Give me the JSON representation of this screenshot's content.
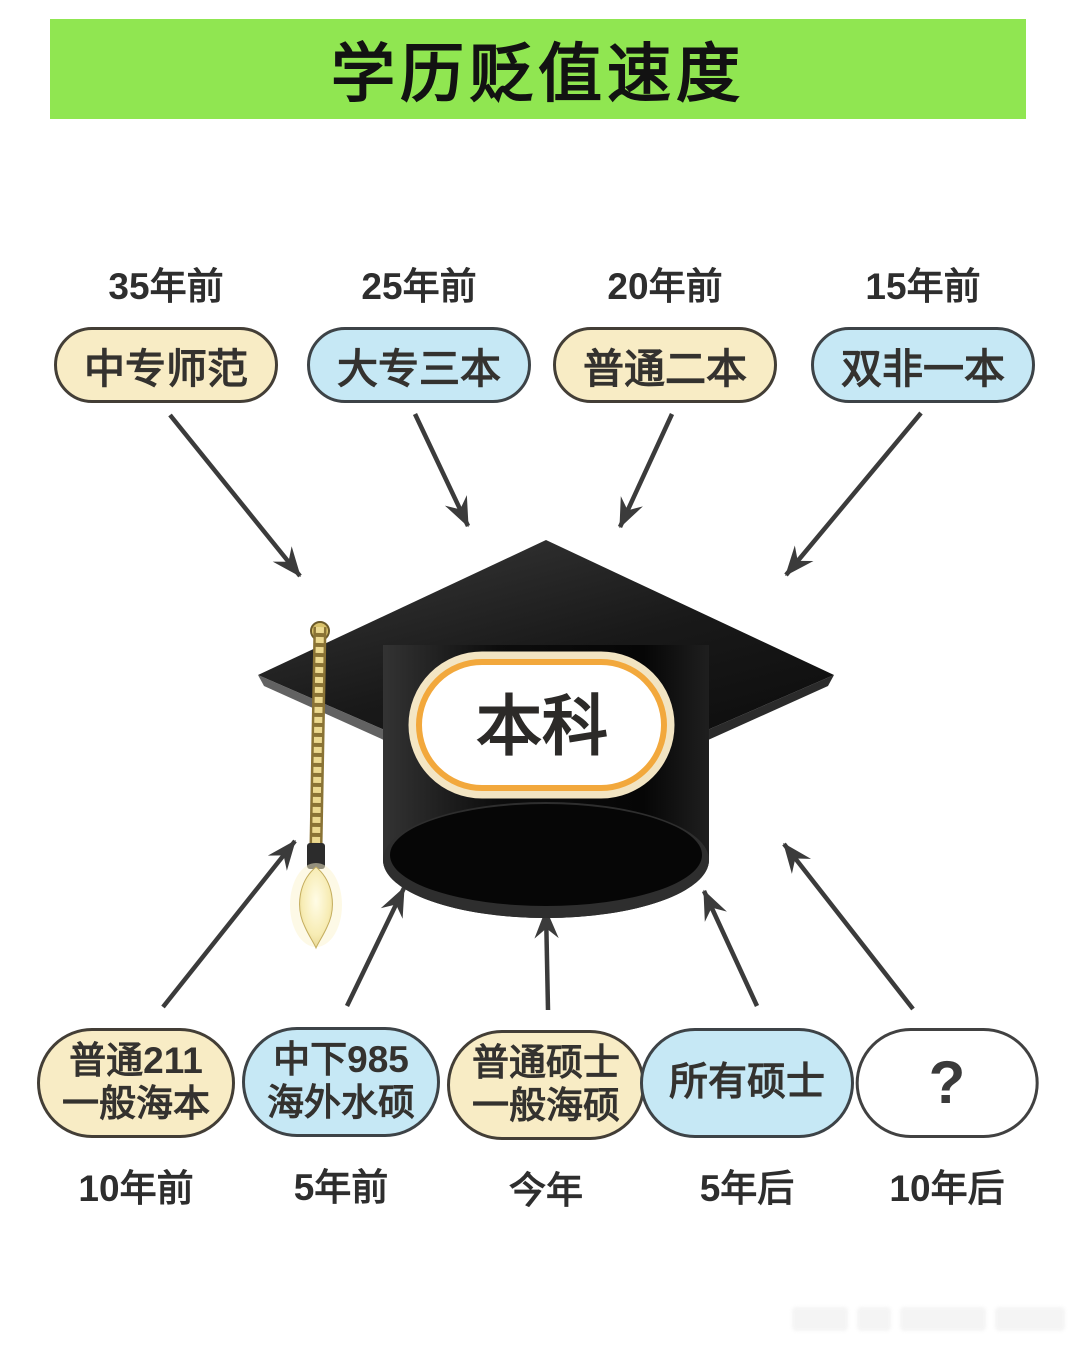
{
  "title": "学历贬值速度",
  "colors": {
    "banner_green": "#90e651",
    "pill_cream": "#f8ecc5",
    "pill_blue": "#c6e8f5",
    "pill_white": "#ffffff",
    "pill_border": "#3f3c38",
    "text_ink": "#2e2e2e",
    "arrow": "#3b3b3b",
    "badge_border_gold": "#f2a83c",
    "tassel_gold": "#ecd98f"
  },
  "center": {
    "badge_label": "本科"
  },
  "top_items": [
    {
      "time": "35年前",
      "lines": [
        "中专师范"
      ],
      "color": "cream"
    },
    {
      "time": "25年前",
      "lines": [
        "大专三本"
      ],
      "color": "blue"
    },
    {
      "time": "20年前",
      "lines": [
        "普通二本"
      ],
      "color": "cream"
    },
    {
      "time": "15年前",
      "lines": [
        "双非一本"
      ],
      "color": "blue"
    }
  ],
  "bottom_items": [
    {
      "time": "10年前",
      "lines": [
        "普通211",
        "一般海本"
      ],
      "color": "cream"
    },
    {
      "time": "5年前",
      "lines": [
        "中下985",
        "海外水硕"
      ],
      "color": "blue"
    },
    {
      "time": "今年",
      "lines": [
        "普通硕士",
        "一般海硕"
      ],
      "color": "cream"
    },
    {
      "time": "5年后",
      "lines": [
        "所有硕士"
      ],
      "color": "blue"
    },
    {
      "time": "10年后",
      "lines": [
        "?"
      ],
      "color": "white"
    }
  ]
}
